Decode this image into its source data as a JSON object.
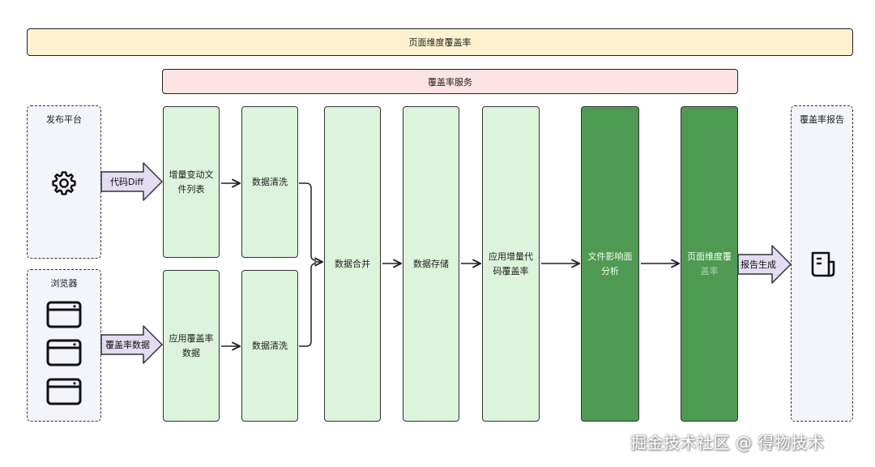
{
  "banners": {
    "top": "页面维度覆盖率",
    "service": "覆盖率服务"
  },
  "panels": {
    "publish": "发布平台",
    "browser": "浏览器",
    "report": "覆盖率报告"
  },
  "arrows": {
    "code_diff": "代码Diff",
    "coverage_data": "覆盖率数据",
    "report_gen": "报告生成"
  },
  "boxes": {
    "incremental_files": "增量变动文件列表",
    "app_coverage_data": "应用覆盖率数据",
    "clean_top": "数据清洗",
    "clean_bottom": "数据清洗",
    "merge": "数据合并",
    "storage": "数据存储",
    "app_incremental": "应用增量代码覆盖率",
    "file_impact": "文件影响面分析",
    "page_coverage_line1": "页面维度覆",
    "page_coverage_line2": "盖率"
  },
  "icons": {
    "publish": "gear-icon",
    "browser": "browser-window-icon",
    "report": "document-icon"
  },
  "colors": {
    "banner_yellow": "#fdf1cf",
    "banner_pink": "#fde3e3",
    "box_light_green": "#dcf3dc",
    "box_dark_green": "#4e9a52",
    "panel_lavender": "#f3f4fc",
    "arrow_fill": "#e3dcf3"
  },
  "watermark": "掘金技术社区 @ 得物技术"
}
